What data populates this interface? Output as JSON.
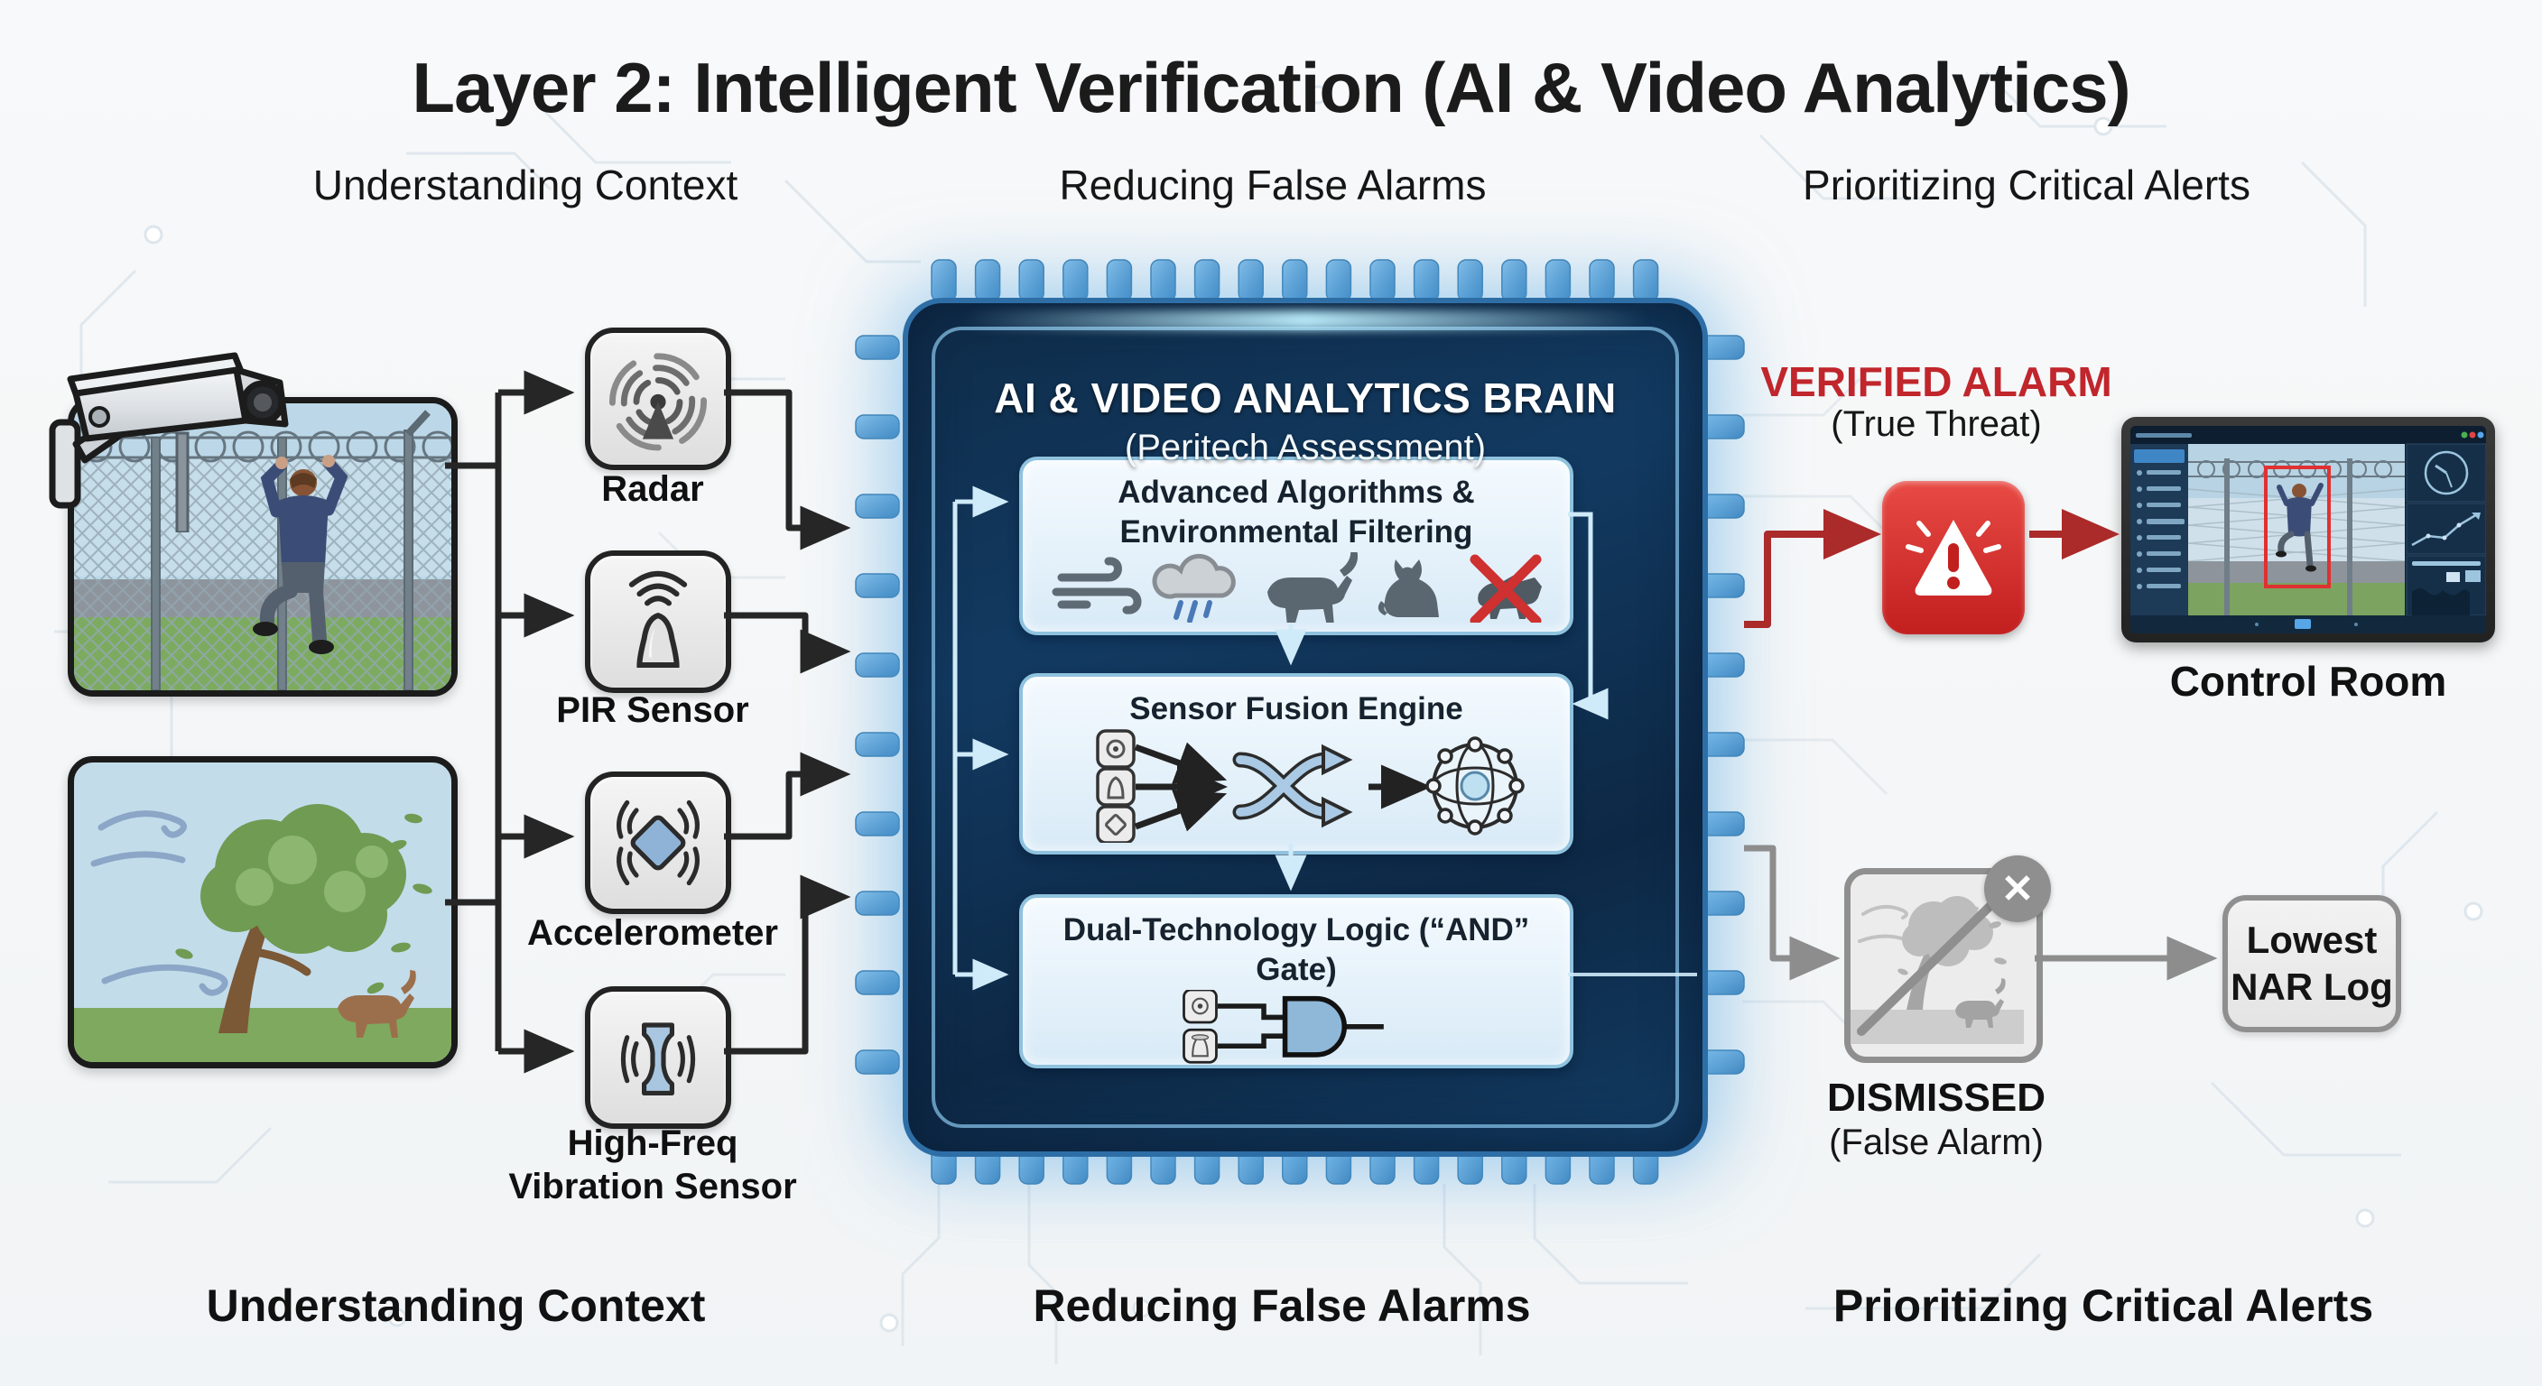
{
  "title": "Layer 2: Intelligent Verification (AI & Video Analytics)",
  "headers_top": [
    "Understanding Context",
    "Reducing False Alarms",
    "Prioritizing Critical Alerts"
  ],
  "headers_bottom": [
    "Understanding Context",
    "Reducing False Alarms",
    "Prioritizing Critical Alerts"
  ],
  "sensors": [
    {
      "label": "Radar"
    },
    {
      "label": "PIR Sensor"
    },
    {
      "label": "Accelerometer"
    },
    {
      "label": "High-Freq Vibration Sensor",
      "line1": "High-Freq",
      "line2": "Vibration Sensor"
    }
  ],
  "chip": {
    "title": "AI & VIDEO ANALYTICS BRAIN",
    "subtitle": "(Peritech Assessment)",
    "modules": [
      {
        "line1": "Advanced Algorithms &",
        "line2": "Environmental Filtering"
      },
      {
        "title": "Sensor Fusion Engine"
      },
      {
        "title": "Dual-Technology Logic (“AND” Gate)"
      }
    ]
  },
  "outcomes": {
    "verified": {
      "title": "VERIFIED ALARM",
      "subtitle": "(True Threat)"
    },
    "control_room": {
      "label": "Control Room"
    },
    "dismissed": {
      "title": "DISMISSED",
      "subtitle": "(False Alarm)",
      "x_glyph": "✕"
    },
    "nar_log": {
      "line1": "Lowest",
      "line2": "NAR Log"
    }
  },
  "icons": {
    "cctv-camera-icon": "security camera clip-art",
    "radar-icon": "concentric arcs with antenna",
    "pir-sensor-icon": "dome with waves",
    "accelerometer-icon": "blue diamond with vibration arcs",
    "vibration-sensor-icon": "blue I-beam with sound waves",
    "wind-icon": "wind swirl",
    "rain-cloud-icon": "cloud with rain",
    "dog-icon": "dog silhouette",
    "cat-icon": "cat silhouette",
    "crossed-animal-icon": "animal with red X",
    "fusion-shuffle-icon": "crossing arrows",
    "network-icon": "node sphere",
    "and-gate-icon": "AND logic gate",
    "alert-warning-icon": "warning triangle with exclamation",
    "dismiss-x-icon": "circle with X"
  },
  "colors": {
    "alert_red": "#c0262c",
    "line_black": "#262626",
    "line_gray": "#8d8d8d",
    "chip_blue": "#123a61",
    "pin_blue": "#5b9fd4",
    "panel_blue": "#e8f2fb"
  }
}
